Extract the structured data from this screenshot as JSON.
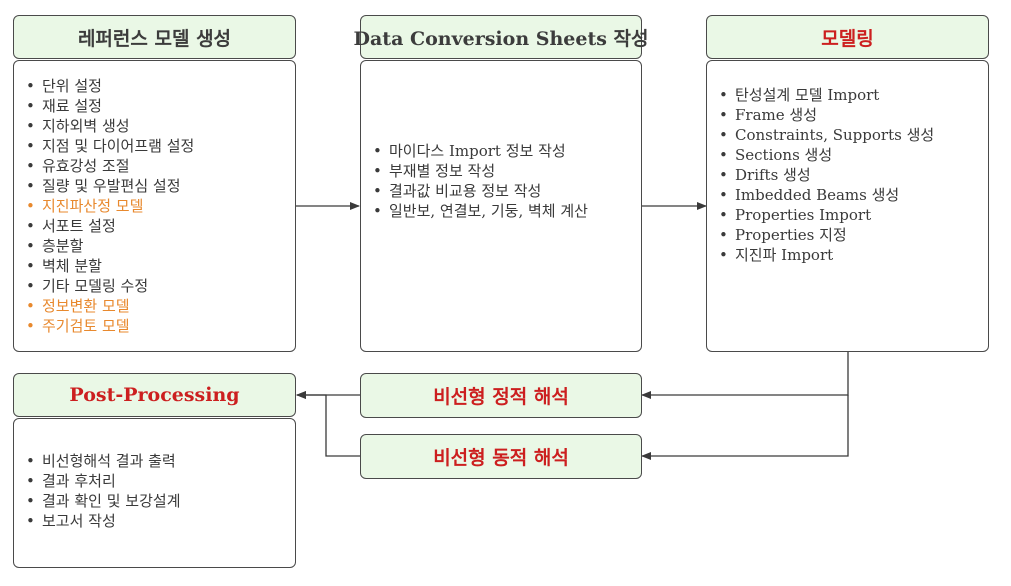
{
  "colors": {
    "header_fill": "#eaf8e6",
    "border": "#4a4a4a",
    "highlight_orange": "#e8892e",
    "title_red": "#cc1f1f"
  },
  "bullet": "•",
  "reference": {
    "title": "레퍼런스 모델 생성",
    "items": [
      {
        "text": "단위 설정",
        "highlight": false
      },
      {
        "text": "재료 설정",
        "highlight": false
      },
      {
        "text": "지하외벽 생성",
        "highlight": false
      },
      {
        "text": "지점 및 다이어프램 설정",
        "highlight": false
      },
      {
        "text": "유효강성 조절",
        "highlight": false
      },
      {
        "text": "질량 및 우발편심 설정",
        "highlight": false
      },
      {
        "text": "지진파산정 모델",
        "highlight": true
      },
      {
        "text": "서포트 설정",
        "highlight": false
      },
      {
        "text": "층분할",
        "highlight": false
      },
      {
        "text": "벽체 분할",
        "highlight": false
      },
      {
        "text": "기타 모델링 수정",
        "highlight": false
      },
      {
        "text": "정보변환 모델",
        "highlight": true
      },
      {
        "text": "주기검토 모델",
        "highlight": true
      }
    ]
  },
  "conversion": {
    "title": "Data Conversion Sheets 작성",
    "items": [
      "마이다스 Import 정보 작성",
      "부재별 정보 작성",
      "결과값 비교용 정보 작성",
      "일반보, 연결보, 기둥, 벽체 계산"
    ]
  },
  "modeling": {
    "title": "모델링",
    "items": [
      "탄성설계 모델 Import",
      "Frame 생성",
      "Constraints, Supports 생성",
      "Sections 생성",
      "Drifts 생성",
      "Imbedded Beams 생성",
      "Properties Import",
      "Properties 지정",
      "지진파 Import"
    ]
  },
  "post": {
    "title": "Post-Processing",
    "items": [
      "비선형해석 결과 출력",
      "결과 후처리",
      "결과 확인 및 보강설계",
      "보고서 작성"
    ]
  },
  "static_analysis": {
    "title": "비선형 정적 해석"
  },
  "dynamic_analysis": {
    "title": "비선형 동적 해석"
  }
}
